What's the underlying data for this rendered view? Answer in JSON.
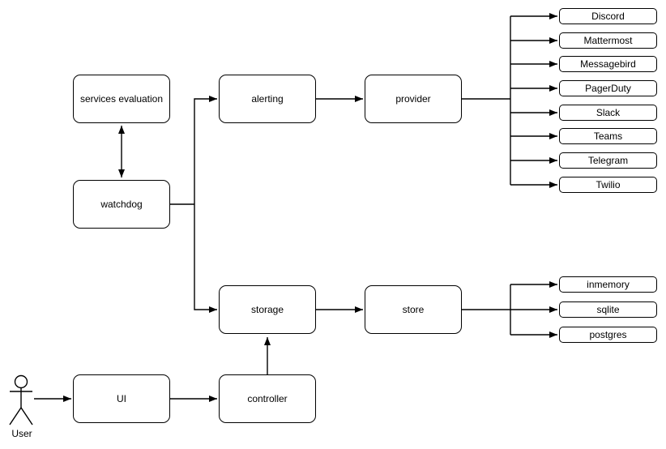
{
  "diagram": {
    "nodes": {
      "services_evaluation": {
        "label": "services evaluation"
      },
      "watchdog": {
        "label": "watchdog"
      },
      "alerting": {
        "label": "alerting"
      },
      "provider": {
        "label": "provider"
      },
      "storage": {
        "label": "storage"
      },
      "store": {
        "label": "store"
      },
      "ui": {
        "label": "UI"
      },
      "controller": {
        "label": "controller"
      }
    },
    "providers": [
      "Discord",
      "Mattermost",
      "Messagebird",
      "PagerDuty",
      "Slack",
      "Teams",
      "Telegram",
      "Twilio"
    ],
    "stores": [
      "inmemory",
      "sqlite",
      "postgres"
    ],
    "actor": {
      "label": "User"
    },
    "colors": {
      "stroke": "#000000",
      "node_fill": "#ffffff",
      "text": "#000000",
      "background": "#ffffff"
    }
  }
}
